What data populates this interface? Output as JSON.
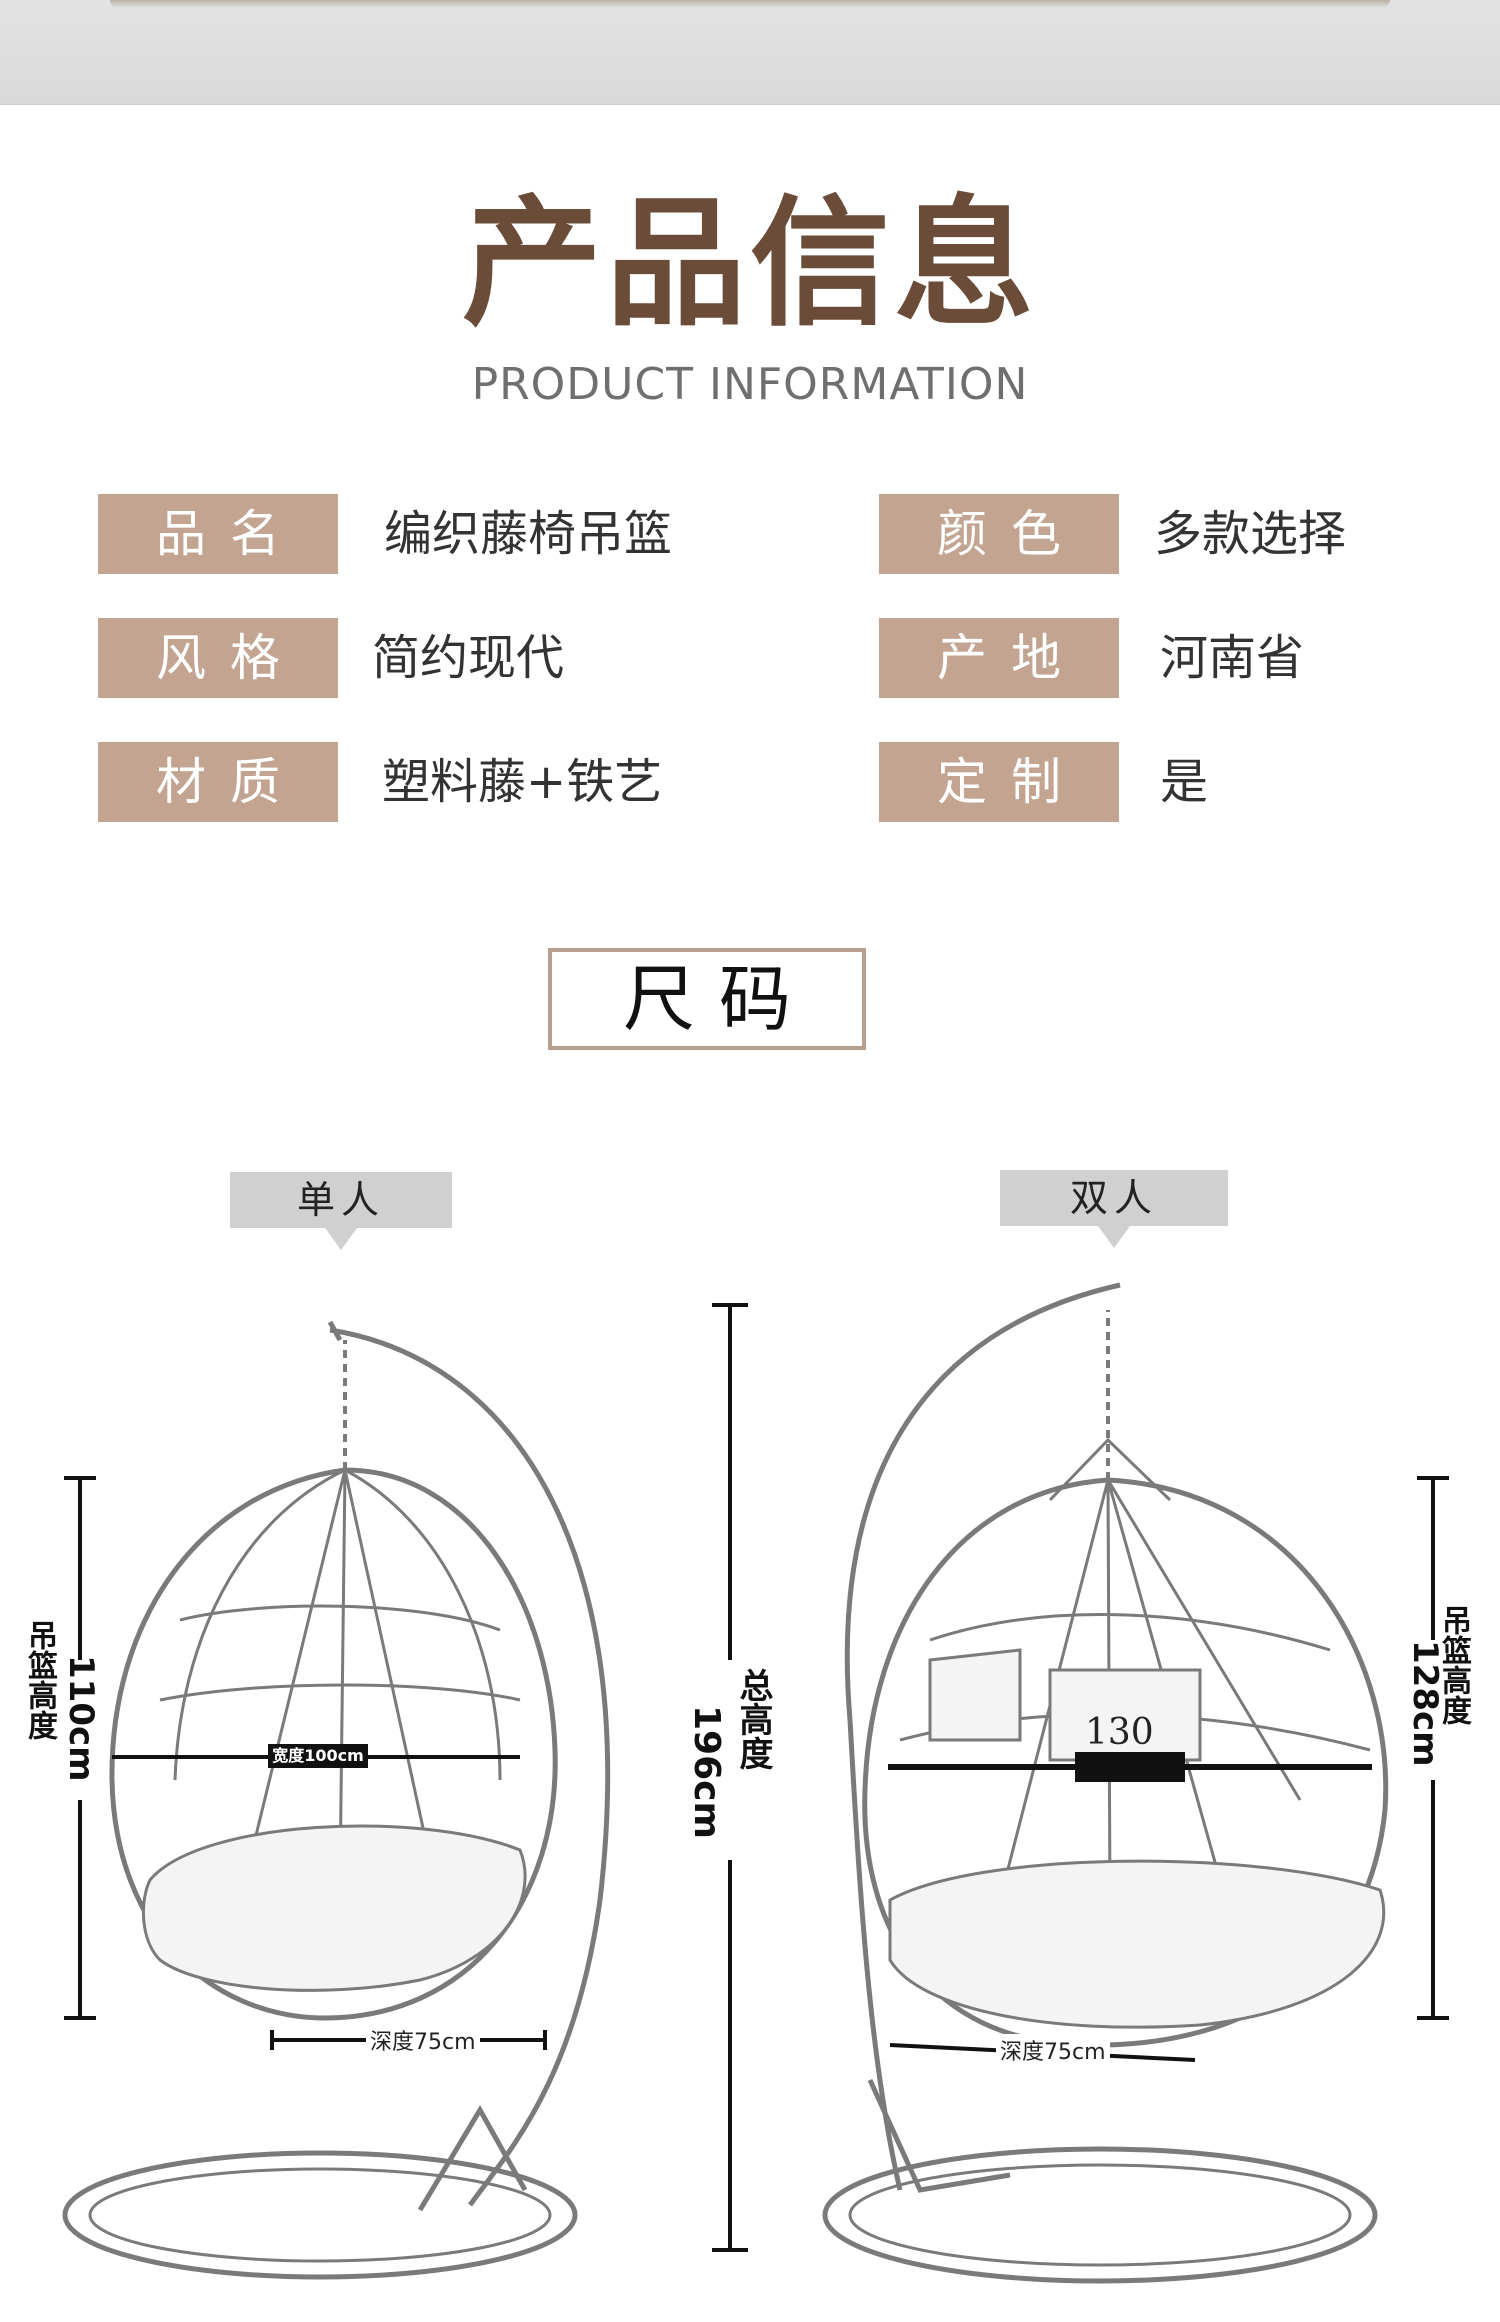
{
  "header": {
    "title": "产品信息",
    "subtitle": "PRODUCT INFORMATION"
  },
  "specs": [
    {
      "label": "品名",
      "value": "编织藤椅吊篮"
    },
    {
      "label": "颜色",
      "value": "多款选择"
    },
    {
      "label": "风格",
      "value": "简约现代"
    },
    {
      "label": "产地",
      "value": "河南省"
    },
    {
      "label": "材质",
      "value": "塑料藤+铁艺"
    },
    {
      "label": "定制",
      "value": "是"
    }
  ],
  "size_section": {
    "title": "尺码"
  },
  "single": {
    "tag": "单人",
    "height_label": "吊篮高度",
    "height_value": "110cm",
    "width_label": "宽度100cm",
    "depth_label": "深度75cm"
  },
  "total": {
    "label": "总高度",
    "value": "196cm"
  },
  "double": {
    "tag": "双人",
    "height_label": "吊篮高度",
    "height_value": "128cm",
    "width_value": "130",
    "depth_label": "深度75cm"
  },
  "colors": {
    "label_bg": "#c2a490",
    "title": "#6b4c38",
    "box_border": "#b89e8c",
    "tag_bg": "#d0d0d0"
  }
}
